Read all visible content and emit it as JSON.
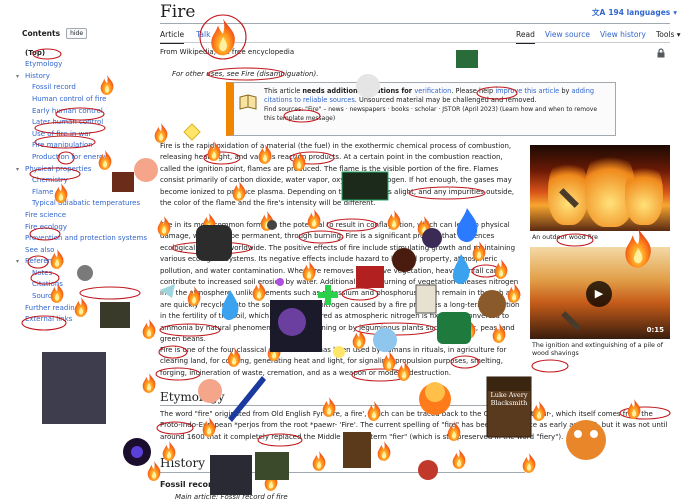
{
  "header": {
    "title": "Fire",
    "languages": "194 languages",
    "tabs_left": [
      "Article",
      "Talk"
    ],
    "tabs_right": [
      "Read",
      "View source",
      "View history",
      "Tools"
    ],
    "tagline": "From Wikipedia, the free encyclopedia",
    "hatnote": "For other uses, see Fire (disambiguation)."
  },
  "toc": {
    "title": "Contents",
    "hide": "hide",
    "items": [
      {
        "label": "(Top)",
        "level": "top"
      },
      {
        "label": "Etymology",
        "level": "lvl0"
      },
      {
        "label": "History",
        "level": "lvl0",
        "caret": true
      },
      {
        "label": "Fossil record",
        "level": "lvl1"
      },
      {
        "label": "Human control of fire",
        "level": "lvl1"
      },
      {
        "label": "Early human control",
        "level": "lvl1"
      },
      {
        "label": "Later human control",
        "level": "lvl1"
      },
      {
        "label": "Use of fire in war",
        "level": "lvl1"
      },
      {
        "label": "Fire manipulation",
        "level": "lvl1"
      },
      {
        "label": "Production for energy",
        "level": "lvl1"
      },
      {
        "label": "Physical properties",
        "level": "lvl0",
        "caret": true
      },
      {
        "label": "Chemistry",
        "level": "lvl1"
      },
      {
        "label": "Flame",
        "level": "lvl1"
      },
      {
        "label": "Typical adiabatic temperatures",
        "level": "lvl1"
      },
      {
        "label": "Fire science",
        "level": "lvl0"
      },
      {
        "label": "Fire ecology",
        "level": "lvl0"
      },
      {
        "label": "Prevention and protection systems",
        "level": "lvl0"
      },
      {
        "label": "See also",
        "level": "lvl0"
      },
      {
        "label": "References",
        "level": "lvl0",
        "caret": true
      },
      {
        "label": "Notes",
        "level": "lvl1"
      },
      {
        "label": "Citations",
        "level": "lvl1"
      },
      {
        "label": "Sources",
        "level": "lvl1"
      },
      {
        "label": "Further reading",
        "level": "lvl0"
      },
      {
        "label": "External links",
        "level": "lvl0"
      }
    ]
  },
  "ambox": {
    "line1_a": "This article ",
    "line1_b": "needs additional citations for ",
    "line1_c": "verification",
    "line1_d": ". Please help ",
    "line1_e": "improve this article",
    "line1_f": " by ",
    "line1_g": "adding citations to reliable sources",
    "line1_h": ". Unsourced material may be challenged and removed.",
    "find": "Find sources: \"Fire\" – news · newspapers · books · scholar · JSTOR (April 2023) (Learn how and when to remove this template message)"
  },
  "body": {
    "p1": "Fire is the rapid oxidation of a material (the fuel) in the exothermic chemical process of combustion, releasing heat, light, and various reaction products. At a certain point in the combustion reaction, called the ignition point, flames are produced. The flame is the visible portion of the fire. Flames consist primarily of carbon dioxide, water vapor, oxygen and nitrogen. If hot enough, the gases may become ionized to produce plasma. Depending on the substances alight, and any impurities outside, the color of the flame and the fire's intensity will be different.",
    "p2": "Fire in its most common form has the potential to result in conflagration, which can lead to physical damage, which can be permanent, through burning. Fire is a significant process that influences ecological systems worldwide. The positive effects of fire include stimulating growth and maintaining various ecological systems. Its negative effects include hazard to life and property, atmospheric pollution, and water contamination. When fire removes protective vegetation, heavy rainfall can contribute to increased soil erosion by water. Additionally, the burning of vegetation releases nitrogen into the atmosphere, unlike elements such as potassium and phosphorus which remain in the ash and are quickly recycled into the soil. This loss of nitrogen caused by a fire produces a long-term reduction in the fertility of the soil, which can be recovered as atmospheric nitrogen is fixed and converted to ammonia by natural phenomena such as lightning or by leguminous plants such as clover, peas, and green beans.",
    "p3": "Fire is one of the four classical elements and has been used by humans in rituals, in agriculture for clearing land, for cooking, generating heat and light, for signaling, propulsion purposes, smelting, forging, incineration of waste, cremation, and as a weapon or mode of destruction."
  },
  "etymology": {
    "heading": "Etymology",
    "text": "The word \"fire\" originated from Old English Fyr 'Fire, a fire', which can be traced back to the Germanic root *fūr-, which itself comes from the Proto-Indo-European *perjos from the root *paewr- 'Fire'. The current spelling of \"fire\" has been in use since as early as 1200, but it was not until around 1600 that it completely replaced the Middle English term \"fier\" (which is still preserved in the word \"fiery\")."
  },
  "history": {
    "heading": "History",
    "sub": "Fossil record",
    "main": "Main article: Fossil record of fire"
  },
  "infobox": {
    "caption1": "An outdoor wood fire",
    "caption2": "The ignition and extinguishing of a pile of wood shavings",
    "video_time": "0:15"
  },
  "stickers": {
    "luke_line1": "Luke Avery",
    "luke_line2": "Blacksmith"
  },
  "colors": {
    "link": "#3366cc",
    "annotation": "#c0161b",
    "ambox_accent": "#f28500"
  }
}
